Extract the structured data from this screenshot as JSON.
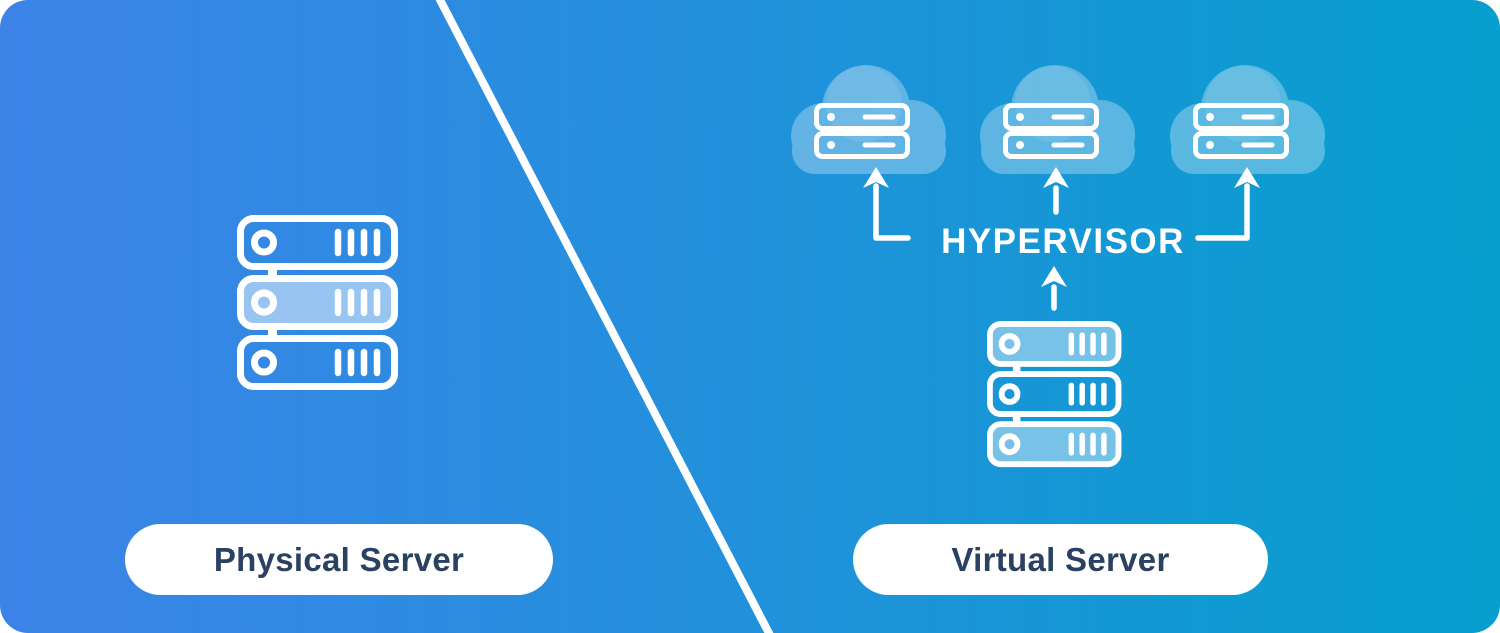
{
  "colors": {
    "bg_gradient_left": "#3C83E8",
    "bg_gradient_right": "#069FCE",
    "divider": "#FFFFFF",
    "icon_stroke": "#FFFFFF",
    "label_text": "#2B4162",
    "pill_background": "#FFFFFF"
  },
  "left_panel": {
    "label": "Physical Server",
    "icon": "server-stack-3u-icon"
  },
  "right_panel": {
    "label": "Virtual Server",
    "hypervisor_label": "HYPERVISOR",
    "host_icon": "server-stack-3u-icon",
    "clouds": [
      {
        "icon": "cloud-server-icon"
      },
      {
        "icon": "cloud-server-icon"
      },
      {
        "icon": "cloud-server-icon"
      }
    ],
    "arrows": [
      "elbow-up-left",
      "straight-up",
      "elbow-up-right",
      "straight-up-from-host"
    ]
  }
}
